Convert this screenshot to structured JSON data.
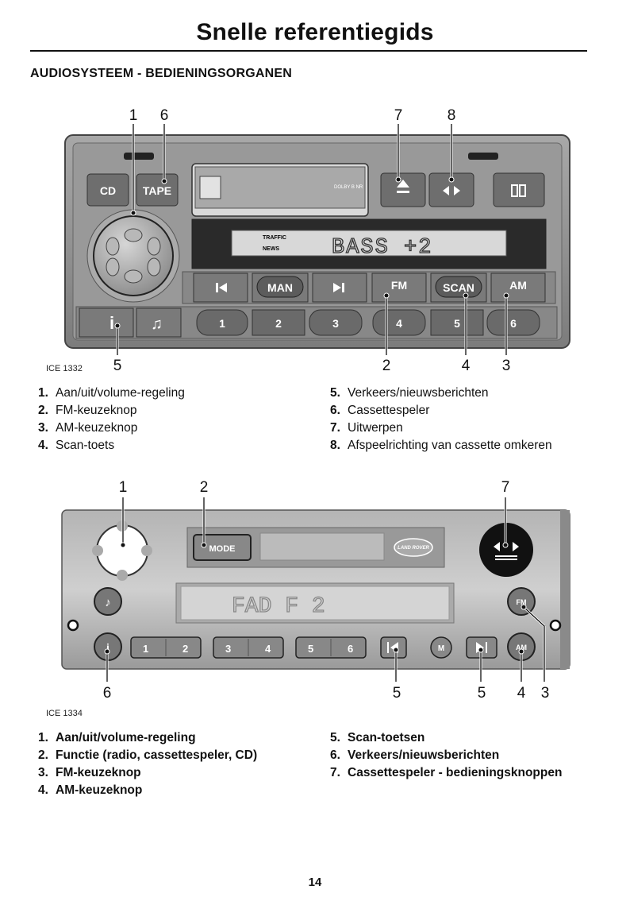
{
  "page": {
    "title": "Snelle referentiegids",
    "section_heading": "AUDIOSYSTEEM - BEDIENINGSORGANEN",
    "page_number": "14"
  },
  "figure1": {
    "ref": "ICE 1332",
    "buttons": {
      "cd": "CD",
      "tape": "TAPE",
      "man": "MAN",
      "fm": "FM",
      "scan": "SCAN",
      "am": "AM",
      "presets": [
        "1",
        "2",
        "3",
        "4",
        "5",
        "6"
      ]
    },
    "display": {
      "traffic": "TRAFFIC",
      "news": "NEWS",
      "text": "BASS +2",
      "dolby": "DOLBY B NR"
    },
    "callouts_top": [
      "1",
      "6",
      "7",
      "8"
    ],
    "callouts_bottom": [
      "5",
      "2",
      "4",
      "3"
    ],
    "legend_left": [
      {
        "n": "1.",
        "text": "Aan/uit/volume-regeling"
      },
      {
        "n": "2.",
        "text": "FM-keuzeknop"
      },
      {
        "n": "3.",
        "text": "AM-keuzeknop"
      },
      {
        "n": "4.",
        "text": "Scan-toets"
      }
    ],
    "legend_right": [
      {
        "n": "5.",
        "text": "Verkeers/nieuwsberichten"
      },
      {
        "n": "6.",
        "text": "Cassettespeler"
      },
      {
        "n": "7.",
        "text": "Uitwerpen"
      },
      {
        "n": "8.",
        "text": "Afspeelrichting van cassette omkeren"
      }
    ]
  },
  "figure2": {
    "ref": "ICE 1334",
    "buttons": {
      "mode": "MODE",
      "presets": [
        "1",
        "2",
        "3",
        "4",
        "5",
        "6"
      ],
      "m": "M",
      "fm": "FM",
      "am": "AM",
      "info": "i"
    },
    "logo_text": "LAND ROVER",
    "display": {
      "text": "FAD  F 2"
    },
    "callouts_top": [
      "1",
      "2",
      "7"
    ],
    "callouts_bottom": [
      "6",
      "5",
      "5",
      "4",
      "3"
    ],
    "legend_left": [
      {
        "n": "1.",
        "text": "Aan/uit/volume-regeling"
      },
      {
        "n": "2.",
        "text": "Functie (radio, cassettespeler, CD)"
      },
      {
        "n": "3.",
        "text": "FM-keuzeknop"
      },
      {
        "n": "4.",
        "text": "AM-keuzeknop"
      }
    ],
    "legend_right": [
      {
        "n": "5.",
        "text": "Scan-toetsen"
      },
      {
        "n": "6.",
        "text": "Verkeers/nieuwsberichten"
      },
      {
        "n": "7.",
        "text": "Cassettespeler - bedieningsknoppen"
      }
    ]
  },
  "colors": {
    "panel": "#8c8c8c",
    "button": "#6e6e6e",
    "display": "#d8d8d8"
  }
}
